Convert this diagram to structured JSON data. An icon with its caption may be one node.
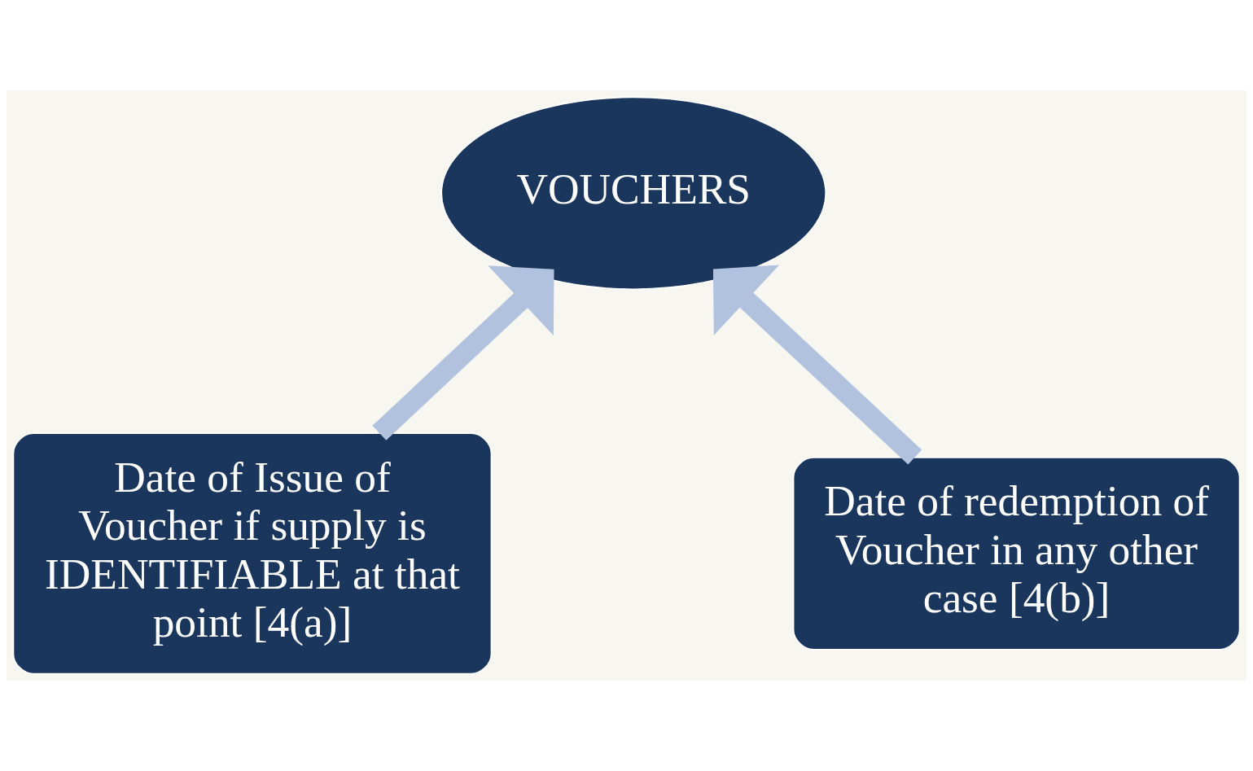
{
  "diagram": {
    "nodes": [
      {
        "text": [
          "VOUCHERS"
        ]
      },
      {
        "text": [
          "Date of Issue of Voucher if supply is IDENTIFIABLE at that point [4(a)]"
        ]
      },
      {
        "text": [
          "Date of redemption of Voucher in any other case [4(b)]"
        ]
      }
    ],
    "edges": [
      {
        "from": 1,
        "to": 0,
        "arrow": "to"
      },
      {
        "from": 2,
        "to": 0,
        "arrow": "to"
      }
    ]
  }
}
